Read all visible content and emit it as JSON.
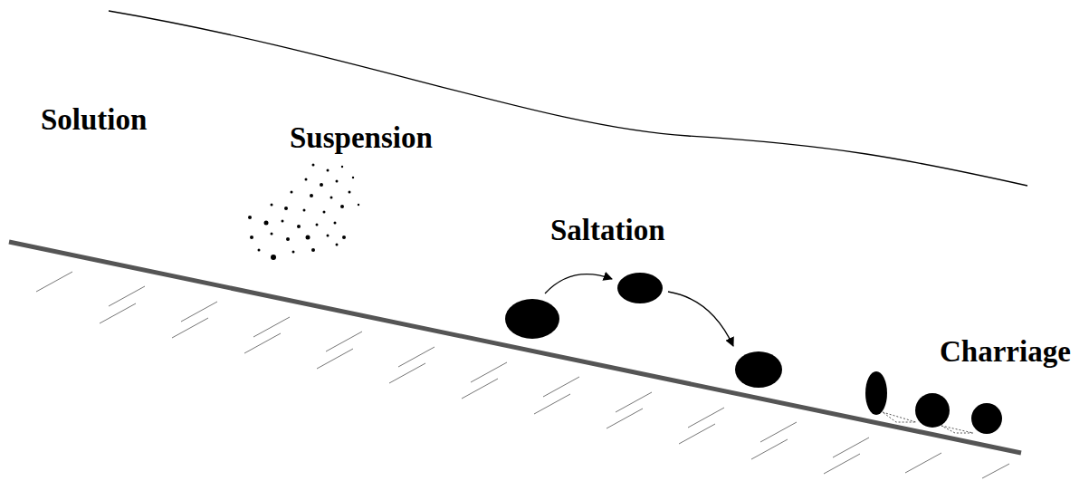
{
  "diagram": {
    "labels": [
      "Solution",
      "Suspension",
      "Saltation",
      "Charriage"
    ]
  }
}
